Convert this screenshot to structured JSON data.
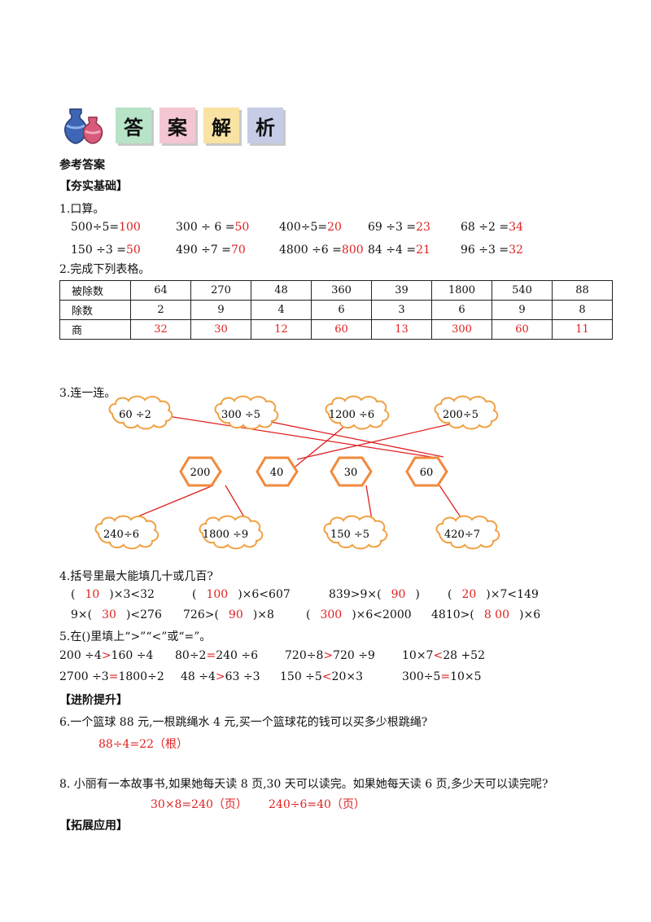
{
  "header": {
    "tiles": [
      "答",
      "案",
      "解",
      "析"
    ],
    "tile_colors": [
      "#b7e3c7",
      "#f3c6d1",
      "#f8e3a3",
      "#c6cbe6"
    ]
  },
  "ref_title": "参考答案",
  "sec1_title": "【夯实基础】",
  "q1": {
    "title": "1.口算。",
    "row1": [
      {
        "expr": "500÷5=",
        "ans": "100"
      },
      {
        "expr": "300 ÷ 6 =",
        "ans": "50"
      },
      {
        "expr": "400÷5=",
        "ans": "20"
      },
      {
        "expr": "69 ÷3 =",
        "ans": "23"
      },
      {
        "expr": "68 ÷2 =",
        "ans": "34"
      }
    ],
    "row2": [
      {
        "expr": "150 ÷3 =",
        "ans": "50"
      },
      {
        "expr": "490 ÷7 =",
        "ans": "70"
      },
      {
        "expr": "4800 ÷6 =",
        "ans": "800"
      },
      {
        "expr": "84 ÷4 =",
        "ans": "21"
      },
      {
        "expr": "96 ÷3 =",
        "ans": "32"
      }
    ]
  },
  "q2": {
    "title": "2.完成下列表格。",
    "row_labels": [
      "被除数",
      "除数",
      "商"
    ],
    "dividends": [
      "64",
      "270",
      "48",
      "360",
      "39",
      "1800",
      "540",
      "88"
    ],
    "divisors": [
      "2",
      "9",
      "4",
      "6",
      "3",
      "6",
      "9",
      "8"
    ],
    "quotients": [
      "32",
      "30",
      "12",
      "60",
      "13",
      "300",
      "60",
      "11"
    ]
  },
  "q3": {
    "title": "3.连一连。",
    "top": [
      "60 ÷2",
      "300 ÷5",
      "1200 ÷6",
      "200÷5"
    ],
    "mid": [
      "200",
      "40",
      "30",
      "60"
    ],
    "bottom": [
      "240÷6",
      "1800 ÷9",
      "150 ÷5",
      "420÷7"
    ],
    "line_color": "#e02020",
    "hex_color": "#f08a3c"
  },
  "q4": {
    "title": "4.括号里最大能填几十或几百?",
    "row1": [
      {
        "pre": "(",
        "ans": "10",
        "post": ")×3<32"
      },
      {
        "pre": "(",
        "ans": "100",
        "post": ")×6<607"
      },
      {
        "pre": "839>9×(",
        "ans": "90",
        "post": ")"
      },
      {
        "pre": "(",
        "ans": "20",
        "post": ")×7<149"
      }
    ],
    "row2": [
      {
        "pre": "9×(",
        "ans": "30",
        "post": ")<276"
      },
      {
        "pre": "726>(",
        "ans": "90",
        "post": ")×8"
      },
      {
        "pre": "(",
        "ans": "300",
        "post": ")×6<2000"
      },
      {
        "pre": "4810>(",
        "ans": "8 00",
        "post": ")×6"
      }
    ]
  },
  "q5": {
    "title": "5.在()里填上“>”“<”或“=”。",
    "row1": [
      {
        "l": "200 ÷4",
        "op": ">",
        "r": "160 ÷4"
      },
      {
        "l": "80÷2",
        "op": "=",
        "r": "240 ÷6"
      },
      {
        "l": "720÷8",
        "op": ">",
        "r": "720 ÷9"
      },
      {
        "l": "10×7",
        "op": "<",
        "r": "28 +52"
      }
    ],
    "row2": [
      {
        "l": "2700 ÷3",
        "op": "=",
        "r": "1800÷2"
      },
      {
        "l": "48 ÷4",
        "op": ">",
        "r": "63 ÷3"
      },
      {
        "l": "150 ÷5",
        "op": "<",
        "r": "20×3"
      },
      {
        "l": "300÷5",
        "op": "=",
        "r": "10×5"
      }
    ]
  },
  "sec2_title": "【进阶提升】",
  "q6": {
    "question": "6.一个篮球 88 元,一根跳绳水 4 元,买一个篮球花的钱可以买多少根跳绳?",
    "answer": "88÷4=22（根）"
  },
  "q8": {
    "question": "8. 小丽有一本故事书,如果她每天读 8 页,30 天可以读完。如果她每天读 6 页,多少天可以读完呢?",
    "answer1": "30×8=240（页）",
    "answer2": "240÷6=40（页）"
  },
  "sec3_title": "【拓展应用】"
}
